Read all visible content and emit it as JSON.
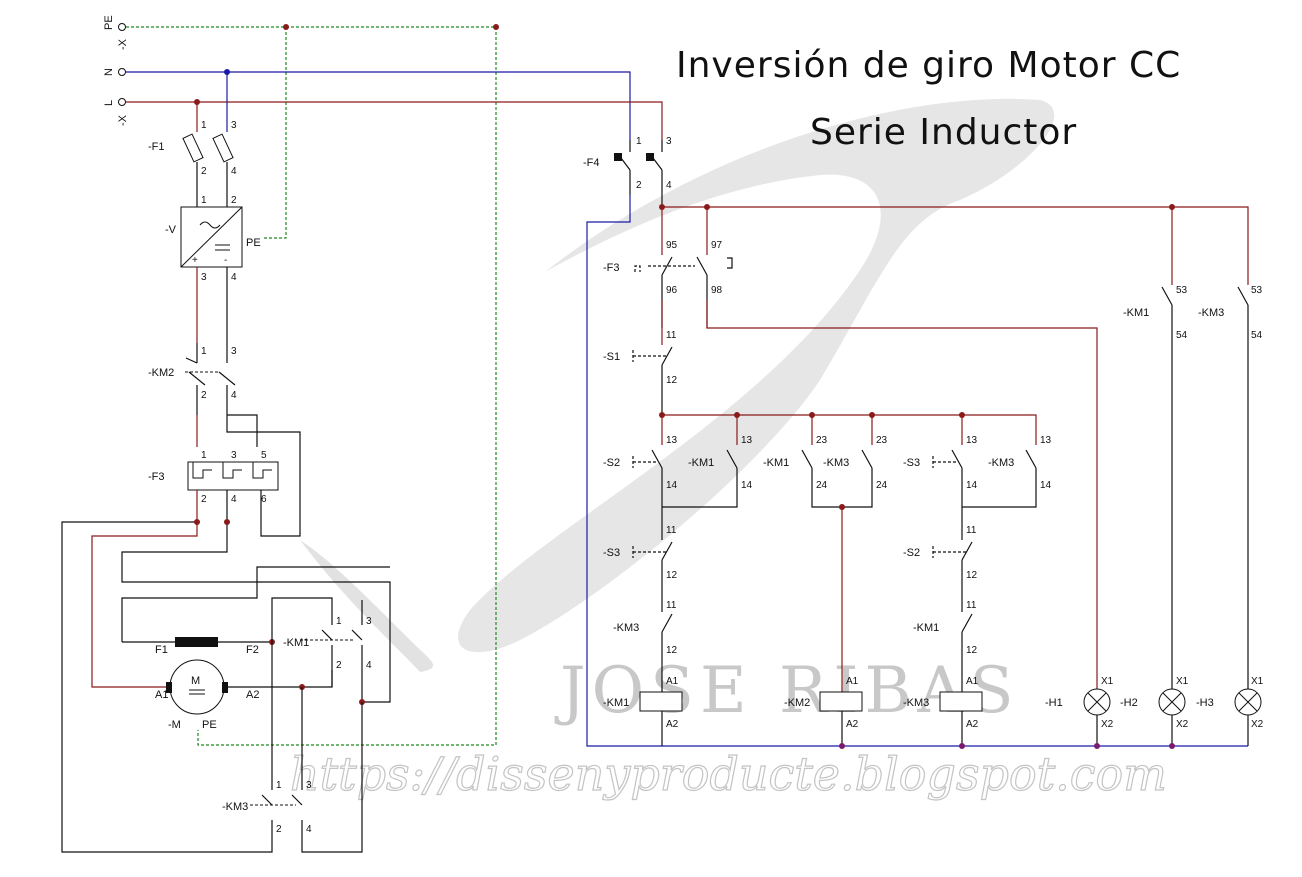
{
  "title": {
    "line1": "Inversión de giro Motor CC",
    "line2": "Serie Inductor"
  },
  "watermark": {
    "name": "JOSE RIBAS",
    "url": "https://dissenyproducte.blogspot.com"
  },
  "terminals": {
    "pe": "PE",
    "n": "N",
    "l": "L",
    "x": "-X"
  },
  "power": {
    "f1": "-F1",
    "v": "-V",
    "v_pe": "PE",
    "km2": "-KM2",
    "f3": "-F3",
    "f1_field": "F1",
    "f2_field": "F2",
    "a1": "A1",
    "a2": "A2",
    "motor": "-M",
    "motor_letter": "M",
    "motor_pe": "PE",
    "km1": "-KM1",
    "km3": "-KM3"
  },
  "control": {
    "f4": "-F4",
    "f3": "-F3",
    "s1": "-S1",
    "s2": "-S2",
    "s3": "-S3",
    "km1": "-KM1",
    "km2": "-KM2",
    "km3": "-KM3",
    "h1": "-H1",
    "h2": "-H2",
    "h3": "-H3"
  },
  "pins": {
    "p1": "1",
    "p2": "2",
    "p3": "3",
    "p4": "4",
    "p5": "5",
    "p6": "6",
    "p11": "11",
    "p12": "12",
    "p13": "13",
    "p14": "14",
    "p23": "23",
    "p24": "24",
    "p53": "53",
    "p54": "54",
    "p95": "95",
    "p96": "96",
    "p97": "97",
    "p98": "98",
    "a1": "A1",
    "a2": "A2",
    "x1": "X1",
    "x2": "X2",
    "plus": "+",
    "minus": "-"
  }
}
